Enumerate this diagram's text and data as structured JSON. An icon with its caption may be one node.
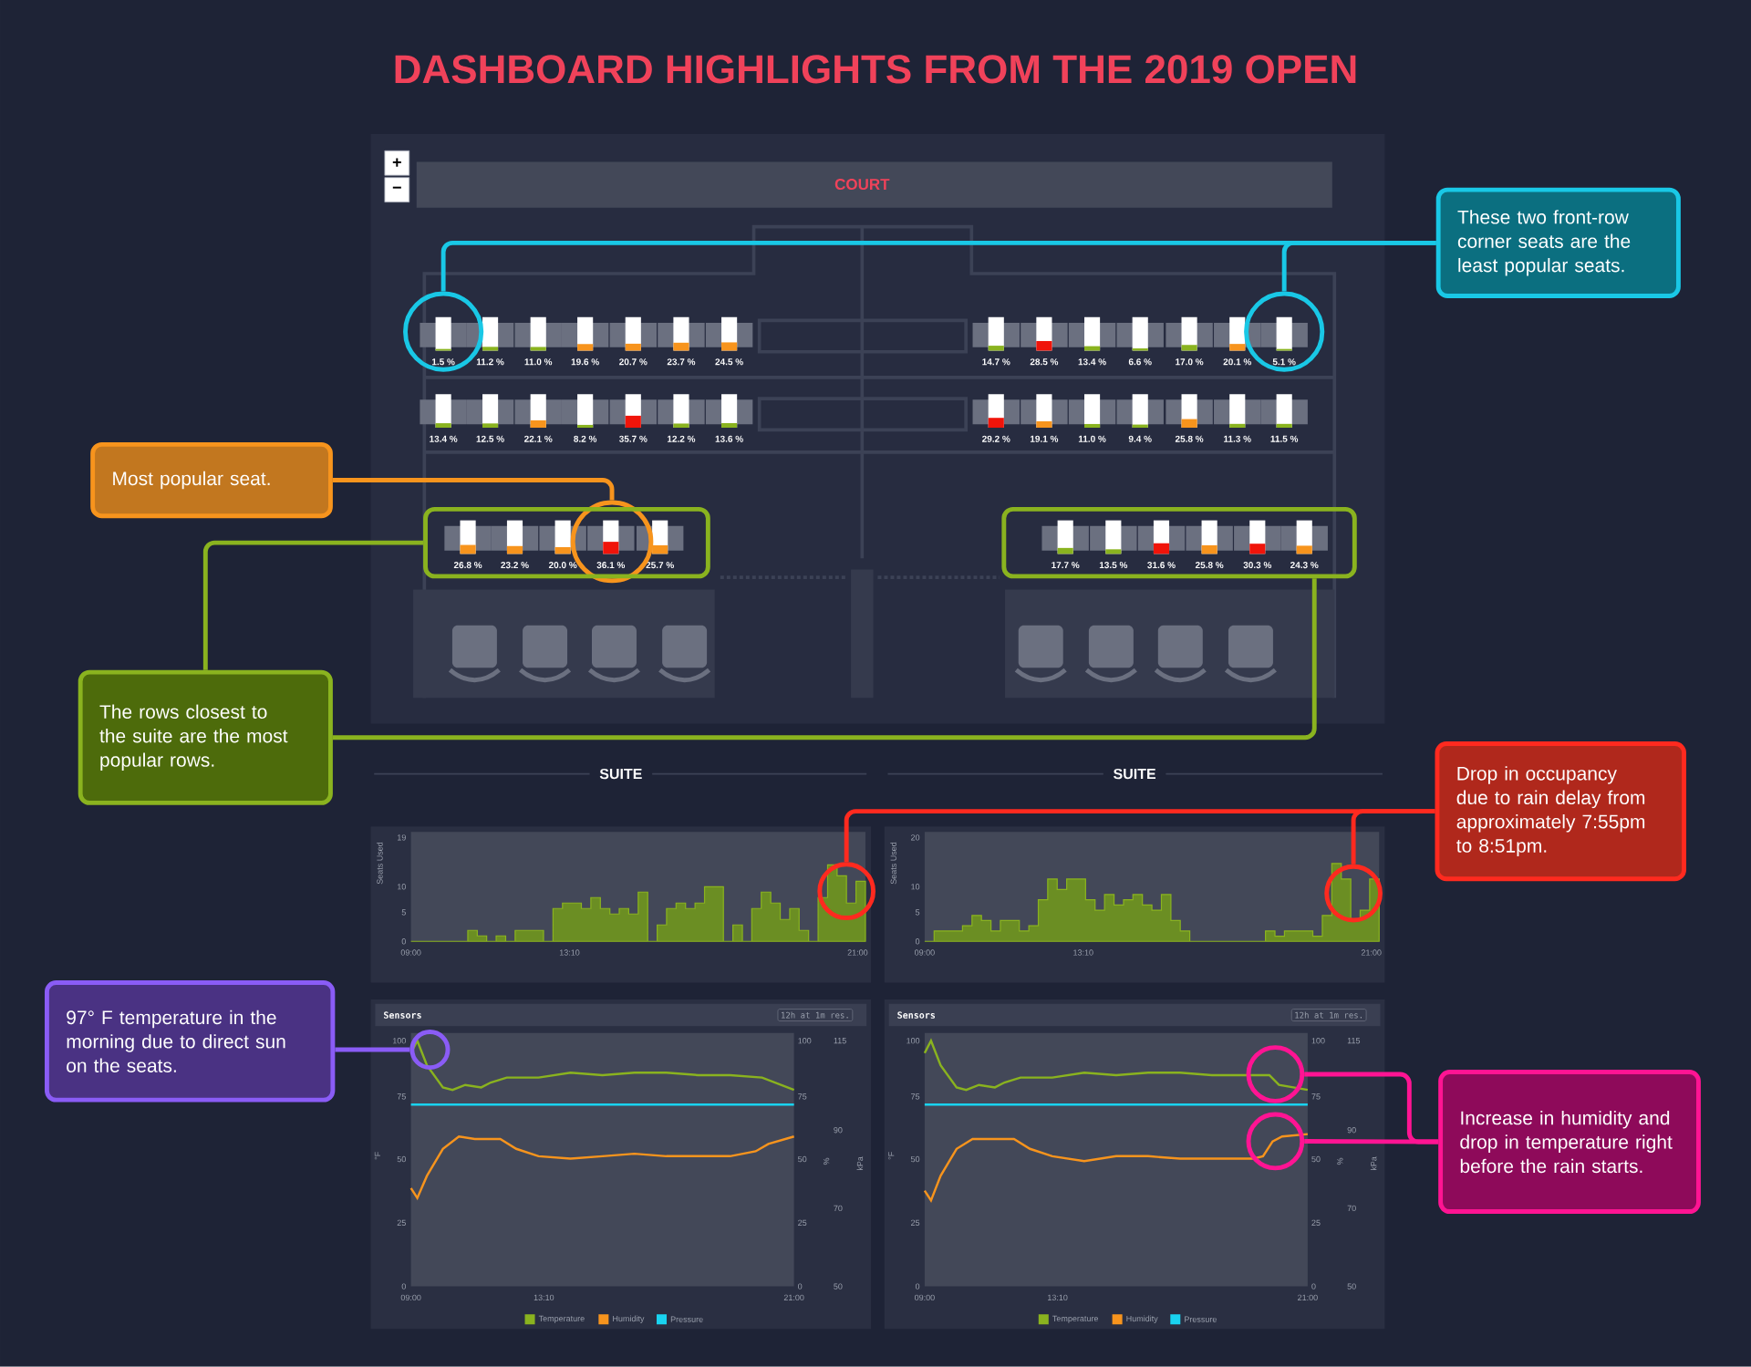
{
  "diagram": {
    "title": "DASHBOARD HIGHLIGHTS FROM THE 2019 OPEN",
    "nodes": [
      {
        "text": [
          "These two front-row corner seats are the least popular seats."
        ]
      },
      {
        "text": [
          "Most popular seat."
        ]
      },
      {
        "text": [
          "The rows closest to the suite are the most popular rows."
        ]
      },
      {
        "text": [
          "Drop in occupancy due to rain delay from approximately 7:55pm to 8:51pm."
        ]
      },
      {
        "text": [
          "97° F temperature in the morning due to direct sun on the seats."
        ]
      },
      {
        "text": [
          "Increase in humidity and drop in temperature right before the rain starts."
        ]
      },
      {
        "text": [],
        "shape": "circle"
      },
      {
        "text": [],
        "shape": "circle"
      },
      {
        "text": [],
        "shape": "circle"
      },
      {
        "text": [],
        "shape": "box"
      },
      {
        "text": [],
        "shape": "box"
      },
      {
        "text": [],
        "shape": "circle"
      },
      {
        "text": [],
        "shape": "circle"
      },
      {
        "text": [],
        "shape": "circle"
      },
      {
        "text": [],
        "shape": "circle"
      },
      {
        "text": [],
        "shape": "circle"
      }
    ],
    "edges": [
      {
        "from": 0,
        "to": 6,
        "arrow": "none",
        "color": "#19c8e6"
      },
      {
        "from": 0,
        "to": 7,
        "arrow": "none",
        "color": "#19c8e6"
      },
      {
        "from": 1,
        "to": 8,
        "arrow": "none",
        "color": "#f7941d"
      },
      {
        "from": 2,
        "to": 9,
        "arrow": "none",
        "color": "#8ab31f"
      },
      {
        "from": 2,
        "to": 10,
        "arrow": "none",
        "color": "#8ab31f"
      },
      {
        "from": 3,
        "to": 11,
        "arrow": "none",
        "color": "#ff2a1f"
      },
      {
        "from": 3,
        "to": 12,
        "arrow": "none",
        "color": "#ff2a1f"
      },
      {
        "from": 4,
        "to": 13,
        "arrow": "none",
        "color": "#8a5cf6"
      },
      {
        "from": 5,
        "to": 14,
        "arrow": "none",
        "color": "#ff1493"
      },
      {
        "from": 5,
        "to": 15,
        "arrow": "none",
        "color": "#ff1493"
      }
    ],
    "labels": [
      "+",
      "−",
      "COURT",
      "1.5 %",
      "11.2 %",
      "11.0 %",
      "19.6 %",
      "20.7 %",
      "23.7 %",
      "24.5 %",
      "14.7 %",
      "28.5 %",
      "13.4 %",
      "6.6 %",
      "17.0 %",
      "20.1 %",
      "5.1 %",
      "13.4 %",
      "12.5 %",
      "22.1 %",
      "8.2 %",
      "35.7 %",
      "12.2 %",
      "13.6 %",
      "29.2 %",
      "19.1 %",
      "11.0 %",
      "9.4 %",
      "25.8 %",
      "11.3 %",
      "11.5 %",
      "26.8 %",
      "23.2 %",
      "20.0 %",
      "36.1 %",
      "25.7 %",
      "17.7 %",
      "13.5 %",
      "31.6 %",
      "25.8 %",
      "30.3 %",
      "24.3 %",
      "SUITE",
      "SUITE",
      "Seats Used",
      "19",
      "10",
      "5",
      "0",
      "09:00",
      "13:10",
      "21:00",
      "Seats Used",
      "20",
      "10",
      "5",
      "0",
      "09:00",
      "13:10",
      "21:00",
      "Sensors",
      "12h at 1m res.",
      "100",
      "75",
      "50",
      "25",
      "0",
      "°F",
      "100",
      "75",
      "50",
      "25",
      "0",
      "%",
      "115",
      "90",
      "70",
      "50",
      "kPa",
      "09:00",
      "13:10",
      "21:00",
      "Sensors",
      "12h at 1m res.",
      "100",
      "75",
      "50",
      "25",
      "0",
      "°F",
      "100",
      "75",
      "50",
      "25",
      "0",
      "%",
      "115",
      "90",
      "70",
      "50",
      "kPa",
      "09:00",
      "13:10",
      "21:00"
    ],
    "legend": [
      {
        "text": "Temperature",
        "color": "#8ab31f"
      },
      {
        "text": "Humidity",
        "color": "#f7941d"
      },
      {
        "text": "Pressure",
        "color": "#19d3f0"
      },
      {
        "text": "Temperature",
        "color": "#8ab31f"
      },
      {
        "text": "Humidity",
        "color": "#f7941d"
      },
      {
        "text": "Pressure",
        "color": "#19d3f0"
      }
    ]
  }
}
